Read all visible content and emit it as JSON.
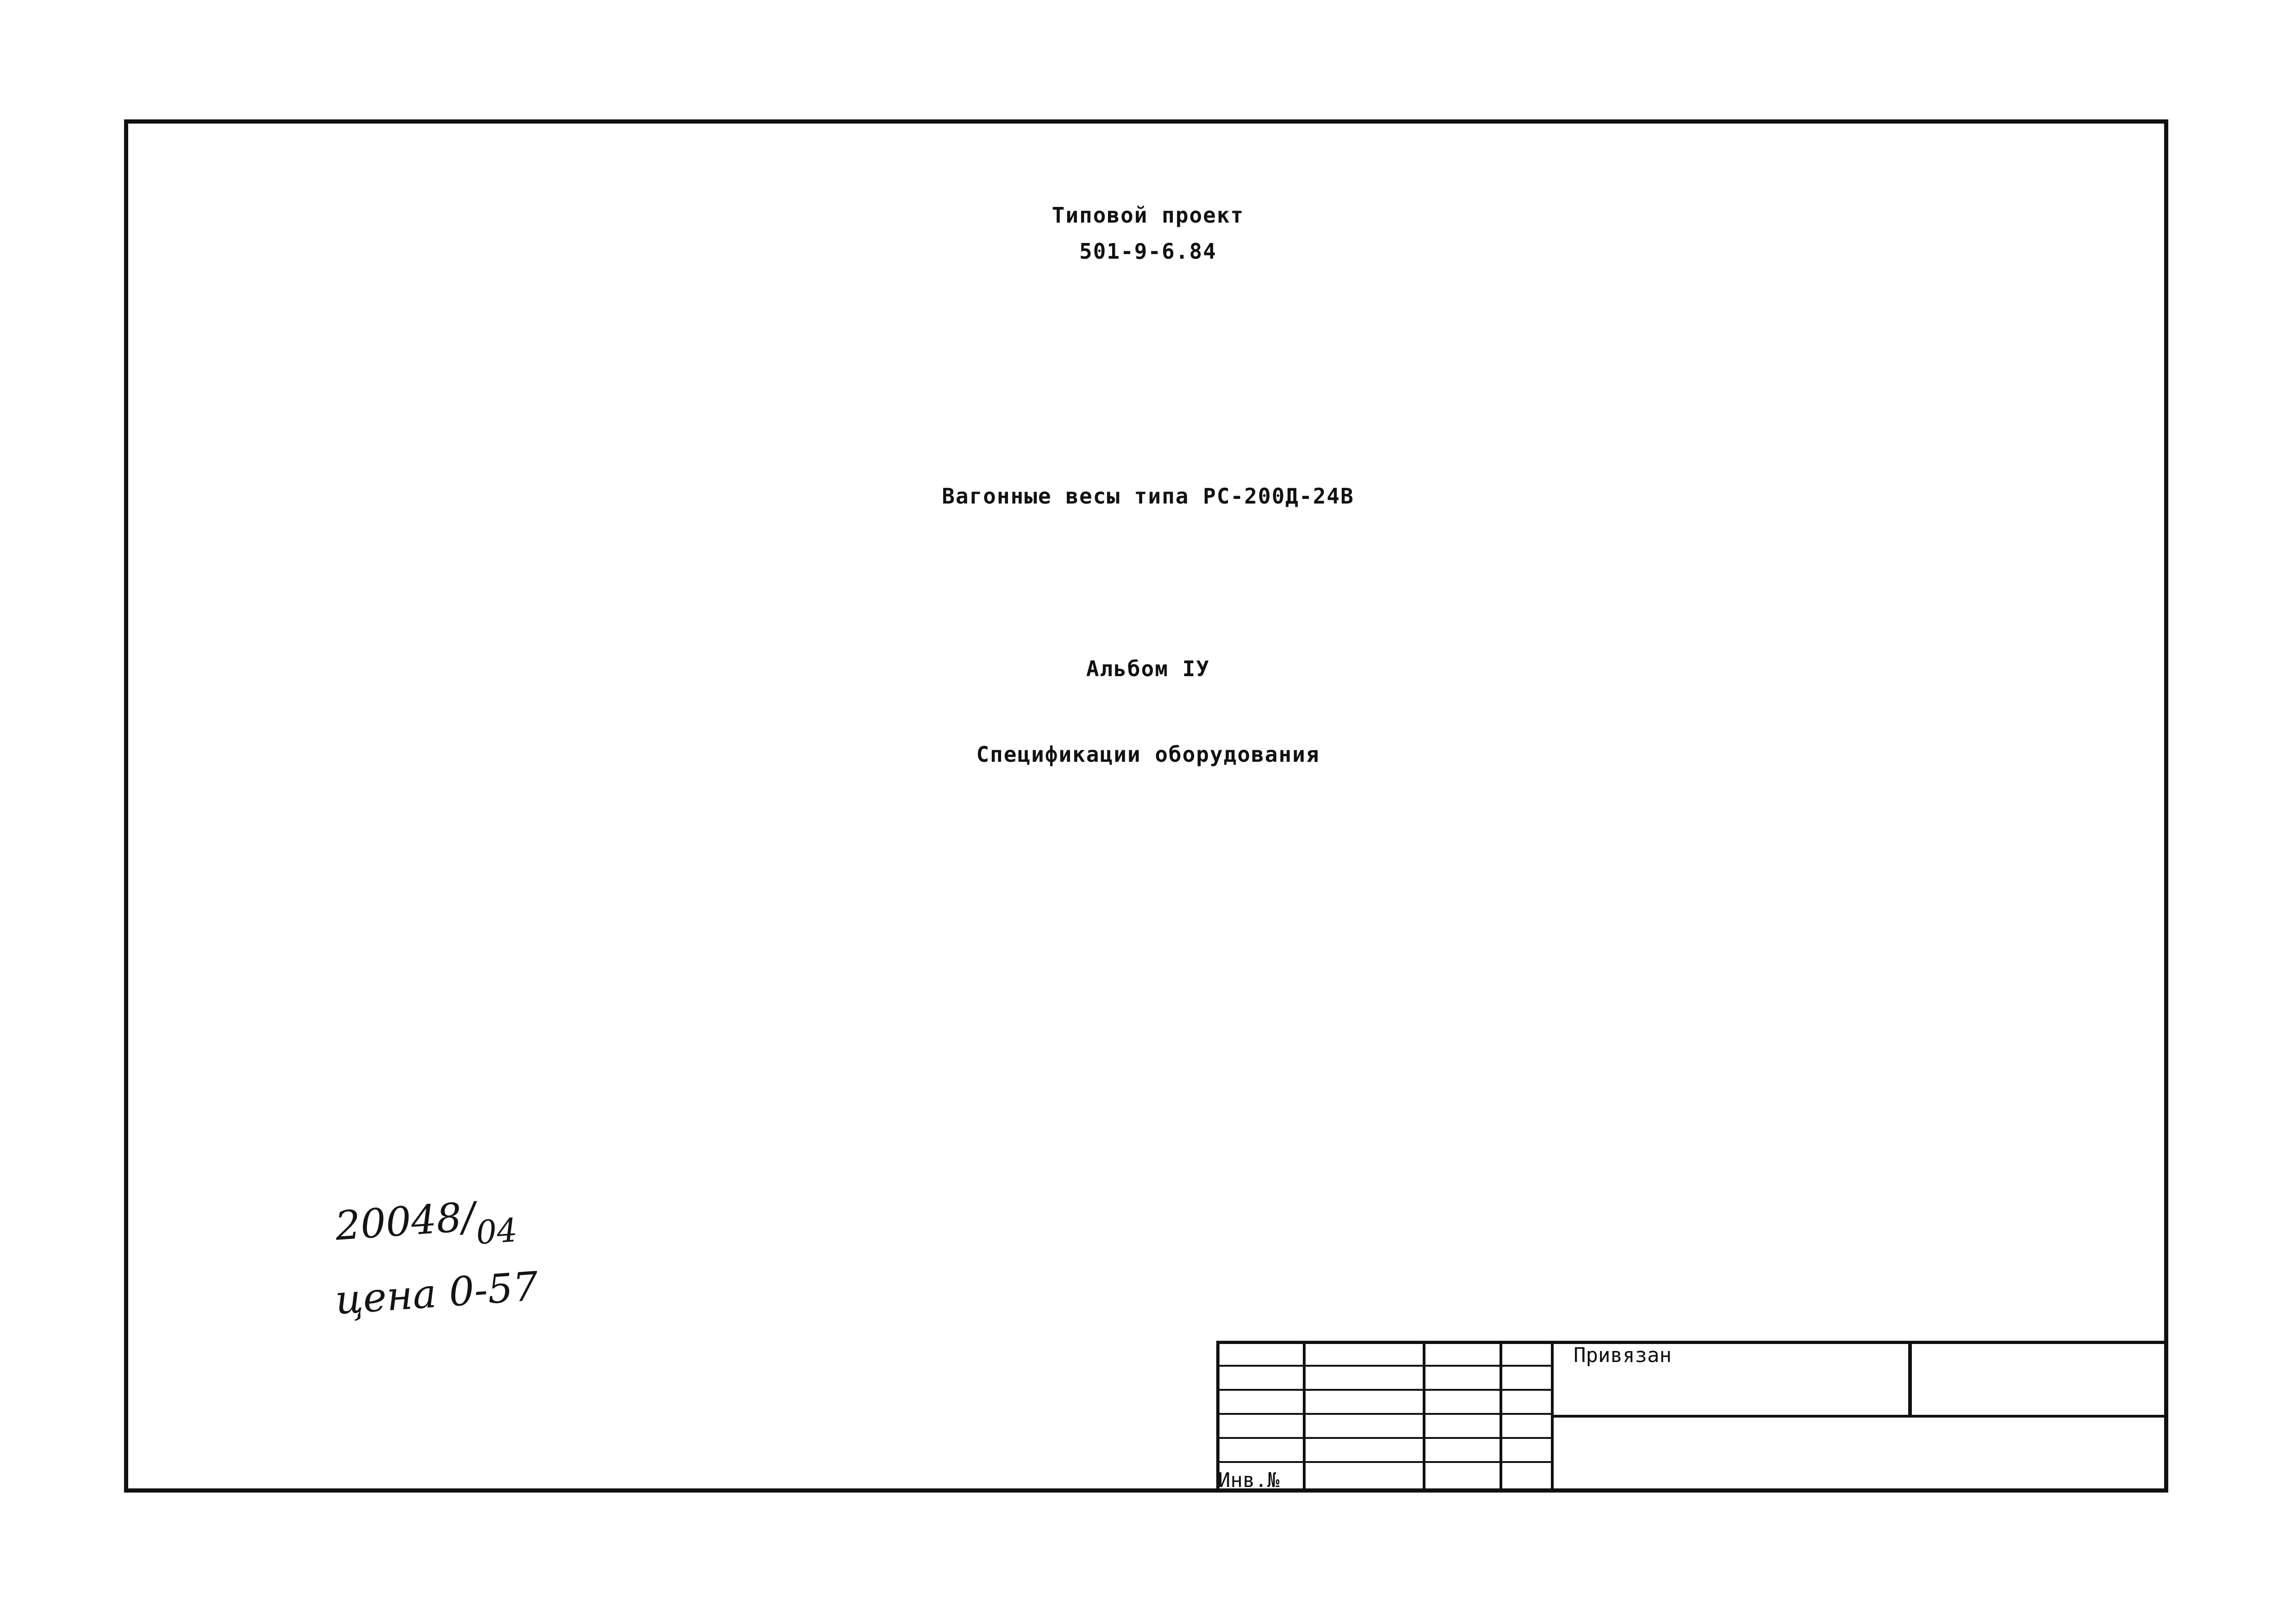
{
  "document": {
    "project_label": "Типовой проект",
    "project_code": "501-9-6.84",
    "object_title": "Вагонные весы типа РС-200Д-24В",
    "album": "Альбом IУ",
    "contents_title": "Спецификации оборудования"
  },
  "handwritten": {
    "number_main": "20048",
    "number_fraction": "04",
    "price": "цена 0-57"
  },
  "stamp": {
    "bound_label": "Привязан",
    "inventory_label": "Инв.№"
  }
}
